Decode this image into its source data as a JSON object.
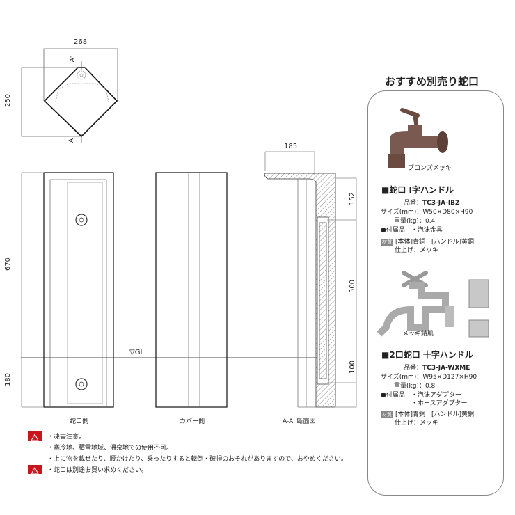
{
  "drawing": {
    "top_view": {
      "width_dim": "268",
      "depth_dim": "250",
      "section_mark_top": "A'",
      "section_mark_bottom": "A"
    },
    "front_view": {
      "height_dim": "670",
      "below_gl_dim": "180",
      "gl_label": "▽GL",
      "caption": "蛇口側"
    },
    "cover_view": {
      "caption": "カバー側"
    },
    "section_view": {
      "top_dim": "185",
      "dims": [
        "152",
        "500",
        "100"
      ],
      "caption": "A-A' 断面図"
    }
  },
  "notes": {
    "items": [
      {
        "warning": true,
        "text": "・凍害注意。"
      },
      {
        "warning": false,
        "text": "・寒冷地、積雪地域、温泉地での使用不可。"
      },
      {
        "warning": false,
        "text": "・上に物を載せたり、腰かけたり、乗ったりすると転倒・破損のおそれがありますので、おやめください。"
      },
      {
        "warning": true,
        "text": "・蛇口は別途お買い求めください。"
      }
    ]
  },
  "recommend": {
    "title": "おすすめ別売り蛇口",
    "products": [
      {
        "image_caption": "ブロンズメッキ",
        "name": "■蛇口 I字ハンドル",
        "code_label": "品番",
        "code": "TC3-JA-IBZ",
        "size_label": "サイズ(mm)",
        "size": "W50×D80×H90",
        "weight_label": "重量(kg)",
        "weight": "0.4",
        "accessories_label": "●付属品",
        "accessories": [
          "・泡沫金具"
        ],
        "material_badge": "材質",
        "material": "[本体]青銅　[ハンドル]黄銅",
        "finish": "仕上げ：メッキ"
      },
      {
        "image_caption": "メッキ錆肌",
        "name": "■2口蛇口 十字ハンドル",
        "code_label": "品番",
        "code": "TC3-JA-WXME",
        "size_label": "サイズ(mm)",
        "size": "W95×D127×H90",
        "weight_label": "重量(kg)",
        "weight": "0.8",
        "accessories_label": "●付属品",
        "accessories": [
          "・泡沫アダプター",
          "・ホースアダプター"
        ],
        "material_badge": "材質",
        "material": "[本体]青銅　[ハンドル]黄銅",
        "finish": "仕上げ：メッキ"
      }
    ]
  }
}
